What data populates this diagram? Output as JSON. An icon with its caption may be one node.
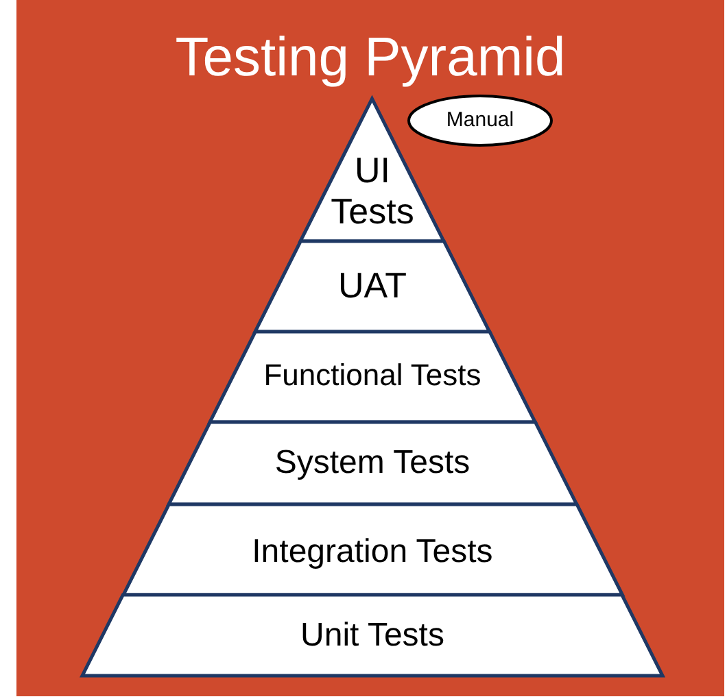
{
  "diagram": {
    "title": "Testing Pyramid",
    "nodes": [
      {
        "text": [
          "UI Tests"
        ]
      },
      {
        "text": [
          "Manual"
        ]
      },
      {
        "text": [
          "UAT"
        ]
      },
      {
        "text": [
          "Functional Tests"
        ]
      },
      {
        "text": [
          "System Tests"
        ]
      },
      {
        "text": [
          "Integration Tests"
        ]
      },
      {
        "text": [
          "Unit Tests"
        ]
      }
    ]
  }
}
